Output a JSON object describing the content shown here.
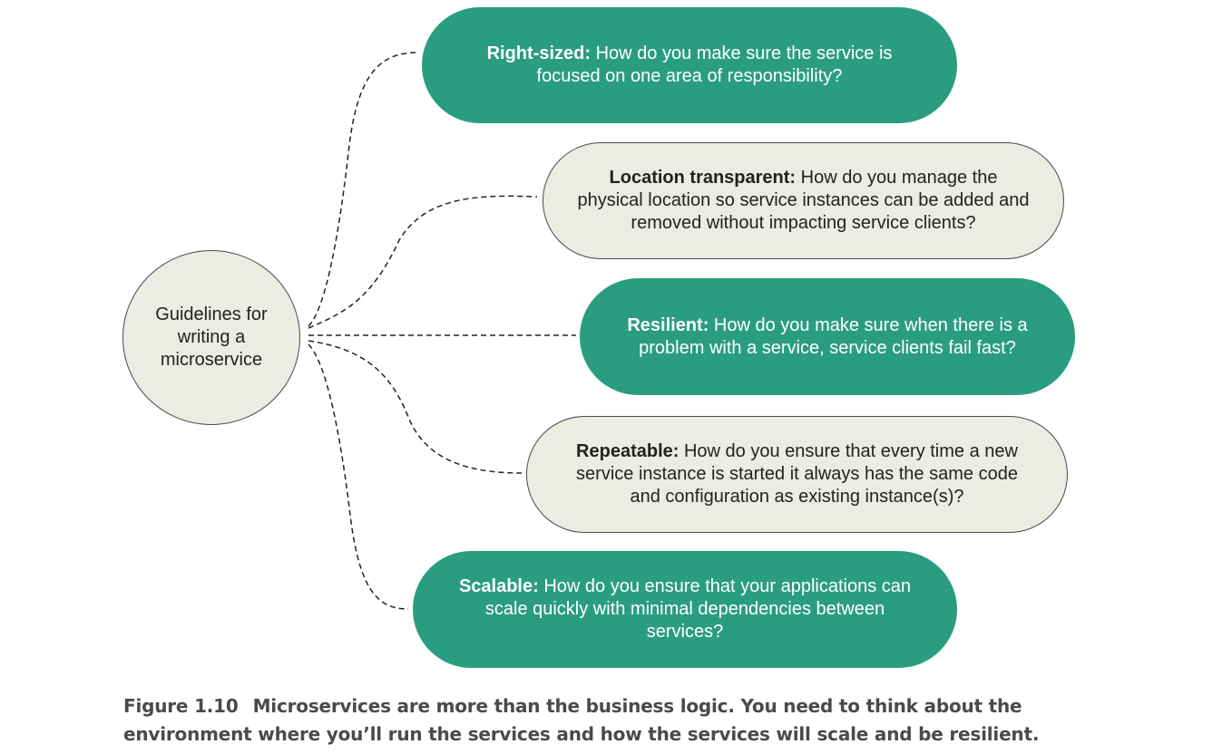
{
  "diagram": {
    "center": {
      "label": "Guidelines for writing a microservice"
    },
    "guidelines": [
      {
        "title": "Right-sized:",
        "text": "How do you make sure the service is focused on one area of responsibility?",
        "style": "green"
      },
      {
        "title": "Location transparent:",
        "text": "How do you manage the physical location so service instances can be added and removed without impacting service clients?",
        "style": "grey"
      },
      {
        "title": "Resilient:",
        "text": "How do you make sure when there is a problem with a service, service clients fail fast?",
        "style": "green"
      },
      {
        "title": "Repeatable:",
        "text": "How do you ensure that every time a new service instance is started it always has the same code and configuration as existing instance(s)?",
        "style": "grey"
      },
      {
        "title": "Scalable:",
        "text": "How do you ensure that your applications can scale quickly with minimal dependencies between services?",
        "style": "green"
      }
    ],
    "colors": {
      "green": "#2a9d80",
      "grey_fill": "#ecebe4",
      "outline": "#4a4a4a",
      "connector": "#222222"
    }
  },
  "caption": {
    "label": "Figure 1.10",
    "text": "Microservices are more than the business logic. You need to think about the environment where you’ll run the services and how the services will scale and be resilient."
  }
}
